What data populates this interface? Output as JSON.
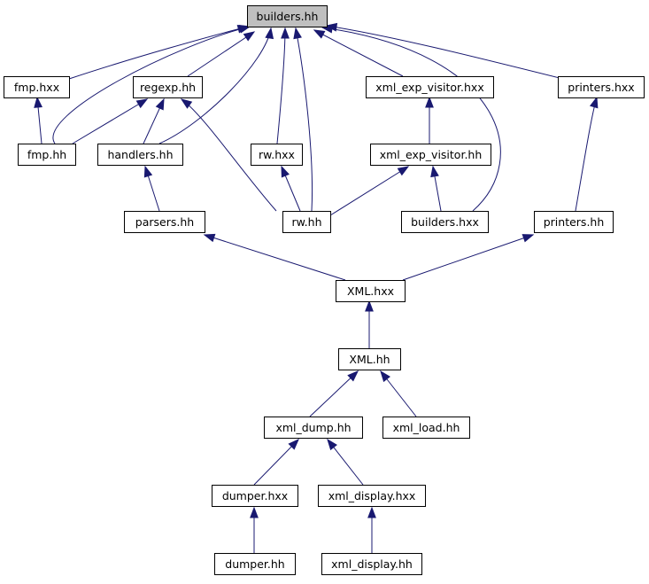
{
  "diagram": {
    "nodes": [
      {
        "id": "builders_hh",
        "label": "builders.hh",
        "root": true
      },
      {
        "id": "fmp_hxx",
        "label": "fmp.hxx"
      },
      {
        "id": "regexp_hh",
        "label": "regexp.hh"
      },
      {
        "id": "xml_exp_visitor_hxx",
        "label": "xml_exp_visitor.hxx"
      },
      {
        "id": "printers_hxx",
        "label": "printers.hxx"
      },
      {
        "id": "fmp_hh",
        "label": "fmp.hh"
      },
      {
        "id": "handlers_hh",
        "label": "handlers.hh"
      },
      {
        "id": "rw_hxx",
        "label": "rw.hxx"
      },
      {
        "id": "xml_exp_visitor_hh",
        "label": "xml_exp_visitor.hh"
      },
      {
        "id": "parsers_hh",
        "label": "parsers.hh"
      },
      {
        "id": "rw_hh",
        "label": "rw.hh"
      },
      {
        "id": "builders_hxx",
        "label": "builders.hxx"
      },
      {
        "id": "printers_hh",
        "label": "printers.hh"
      },
      {
        "id": "XML_hxx",
        "label": "XML.hxx"
      },
      {
        "id": "XML_hh",
        "label": "XML.hh"
      },
      {
        "id": "xml_dump_hh",
        "label": "xml_dump.hh"
      },
      {
        "id": "xml_load_hh",
        "label": "xml_load.hh"
      },
      {
        "id": "dumper_hxx",
        "label": "dumper.hxx"
      },
      {
        "id": "xml_display_hxx",
        "label": "xml_display.hxx"
      },
      {
        "id": "dumper_hh",
        "label": "dumper.hh"
      },
      {
        "id": "xml_display_hh",
        "label": "xml_display.hh"
      }
    ],
    "edges": [
      {
        "from": "fmp_hxx",
        "to": "builders_hh"
      },
      {
        "from": "fmp_hh",
        "to": "builders_hh"
      },
      {
        "from": "regexp_hh",
        "to": "builders_hh"
      },
      {
        "from": "handlers_hh",
        "to": "builders_hh"
      },
      {
        "from": "rw_hxx",
        "to": "builders_hh"
      },
      {
        "from": "rw_hh",
        "to": "builders_hh"
      },
      {
        "from": "xml_exp_visitor_hxx",
        "to": "builders_hh"
      },
      {
        "from": "builders_hxx",
        "to": "builders_hh"
      },
      {
        "from": "printers_hxx",
        "to": "builders_hh"
      },
      {
        "from": "fmp_hh",
        "to": "fmp_hxx"
      },
      {
        "from": "fmp_hh",
        "to": "regexp_hh"
      },
      {
        "from": "handlers_hh",
        "to": "regexp_hh"
      },
      {
        "from": "rw_hh",
        "to": "regexp_hh"
      },
      {
        "from": "xml_exp_visitor_hh",
        "to": "xml_exp_visitor_hxx"
      },
      {
        "from": "printers_hh",
        "to": "printers_hxx"
      },
      {
        "from": "parsers_hh",
        "to": "handlers_hh"
      },
      {
        "from": "rw_hh",
        "to": "rw_hxx"
      },
      {
        "from": "rw_hh",
        "to": "xml_exp_visitor_hh"
      },
      {
        "from": "builders_hxx",
        "to": "xml_exp_visitor_hh"
      },
      {
        "from": "XML_hxx",
        "to": "parsers_hh"
      },
      {
        "from": "XML_hxx",
        "to": "printers_hh"
      },
      {
        "from": "XML_hh",
        "to": "XML_hxx"
      },
      {
        "from": "xml_dump_hh",
        "to": "XML_hh"
      },
      {
        "from": "xml_load_hh",
        "to": "XML_hh"
      },
      {
        "from": "dumper_hxx",
        "to": "xml_dump_hh"
      },
      {
        "from": "xml_display_hxx",
        "to": "xml_dump_hh"
      },
      {
        "from": "dumper_hh",
        "to": "dumper_hxx"
      },
      {
        "from": "xml_display_hh",
        "to": "xml_display_hxx"
      }
    ]
  }
}
